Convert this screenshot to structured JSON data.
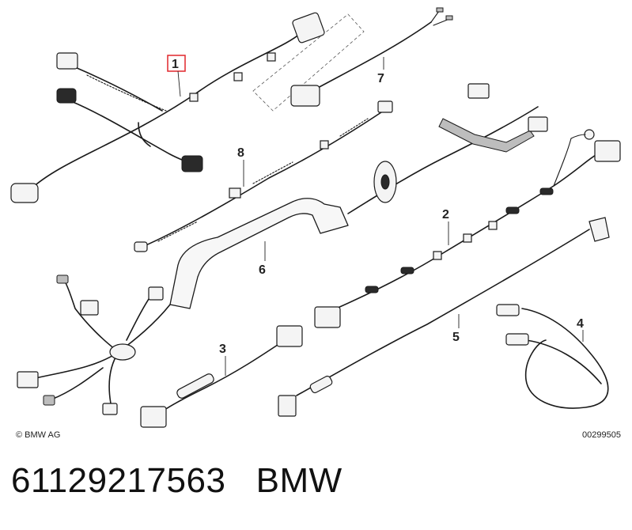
{
  "diagram": {
    "callouts": [
      "1",
      "2",
      "3",
      "4",
      "5",
      "6",
      "7",
      "8"
    ],
    "highlighted_callout": "1",
    "highlight_color": "#e0262b",
    "copyright": "© BMW AG",
    "doc_id": "00299505"
  },
  "caption": {
    "part_number": "61129217563",
    "brand": "BMW"
  }
}
